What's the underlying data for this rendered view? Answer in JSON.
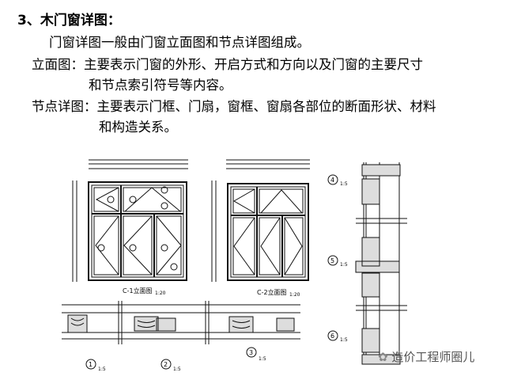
{
  "heading": "3、木门窗详图：",
  "lines": [
    "门窗详图一般由门窗立面图和节点详图组成。",
    "立面图：主要表示门窗的外形、开启方式和方向以及门窗的主要尺寸",
    "和节点索引符号等内容。",
    "节点详图：主要表示门框、门扇，窗框、窗扇各部位的断面形状、材料",
    "和构造关系。"
  ],
  "drawings": {
    "c1_label": "C-1立面图",
    "c2_label": "C-2立面图",
    "elev_scale": "1:20",
    "detail_scale": "1:5",
    "details": [
      "1",
      "2",
      "3",
      "4",
      "5",
      "6"
    ]
  },
  "watermark": "造价工程师圈儿"
}
